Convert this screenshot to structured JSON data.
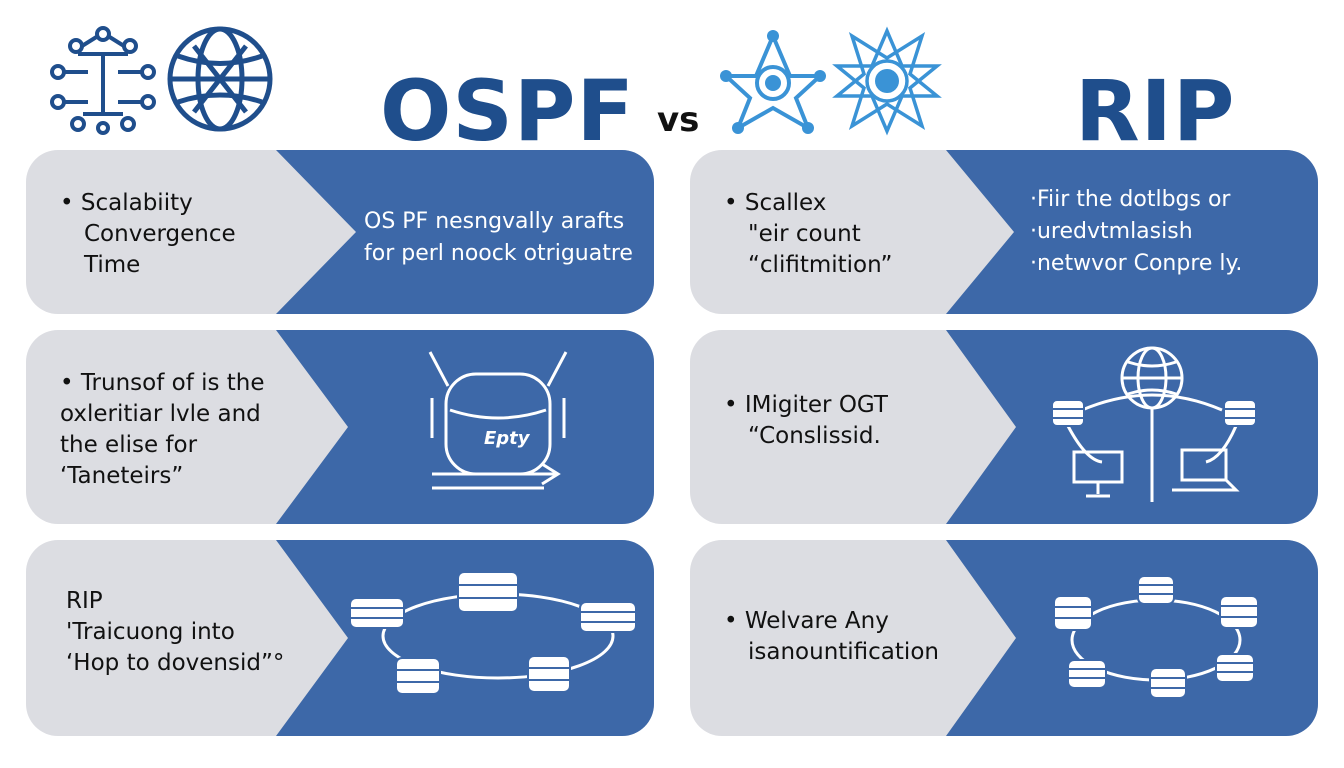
{
  "header": {
    "left_title": "OSPF",
    "vs": "vs",
    "right_title": "RIP",
    "left_icons": [
      "network-node-icon",
      "globe-icon"
    ],
    "right_icons": [
      "star-network-icon",
      "atom-network-icon"
    ]
  },
  "colors": {
    "title_blue": "#1f4e8c",
    "panel_blue": "#3d68a8",
    "panel_gray": "#dcdde2",
    "icon_light_blue": "#3a93d6"
  },
  "ospf": {
    "card1": {
      "lines": [
        "• Scalabiity",
        "Convergence",
        "Time"
      ],
      "right_lines": [
        "OS PF nesngvally arafts",
        "for perl noock otriguatre"
      ]
    },
    "card2": {
      "lines": [
        "• Trunsof of is the",
        "oxleritiar lvle and",
        "the elise for",
        "‘Taneteirs”"
      ],
      "art_label": "Epty",
      "art_icon": "database-server-icon"
    },
    "card3": {
      "lines": [
        "RIP",
        "'Traicuong into",
        "‘Hop to dovensid”°"
      ],
      "art_icon": "database-ring-icon"
    }
  },
  "rip": {
    "card1": {
      "lines": [
        "• Scallex",
        "\"eir count",
        "“clifitmition”"
      ],
      "right_lines": [
        "·Fiir the dotlbgs or",
        "·uredvtmlasish",
        "·netwvor Conpre ly."
      ]
    },
    "card2": {
      "lines": [
        "• IMigiter OGT",
        "“Conslissid."
      ],
      "art_icon": "network-topology-icon"
    },
    "card3": {
      "lines": [
        "• Welvare Any",
        "isanountification"
      ],
      "art_icon": "database-ring-icon"
    }
  }
}
